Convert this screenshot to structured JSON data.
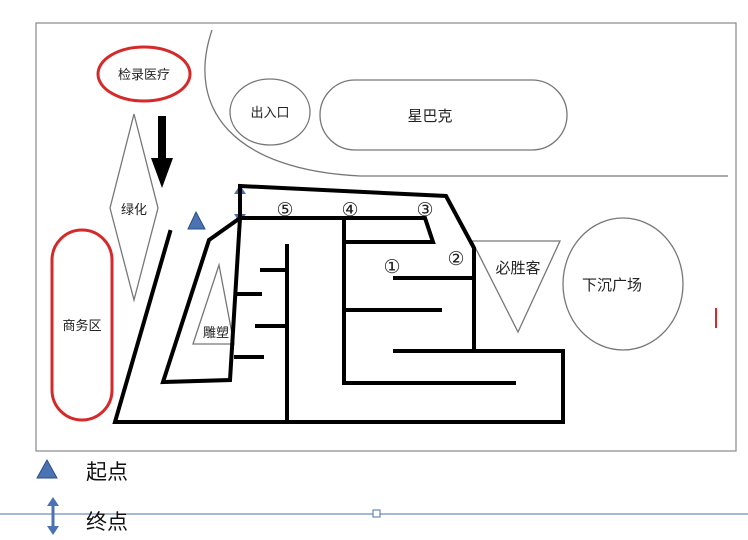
{
  "map": {
    "areas": {
      "medical": "检录医疗",
      "entrance": "出入口",
      "starbucks": "星巴克",
      "greenery": "绿化",
      "business": "商务区",
      "sculpture": "雕塑",
      "pizzahut": "必胜客",
      "plaza": "下沉广场"
    },
    "checkpoints": [
      "①",
      "②",
      "③",
      "④",
      "⑤"
    ]
  },
  "legend": {
    "start_label": "起点",
    "end_label": "终点"
  },
  "colors": {
    "accent_red": "#d42a2a",
    "marker_blue": "#4b72b2",
    "line": "#000000",
    "outline": "#777777"
  }
}
